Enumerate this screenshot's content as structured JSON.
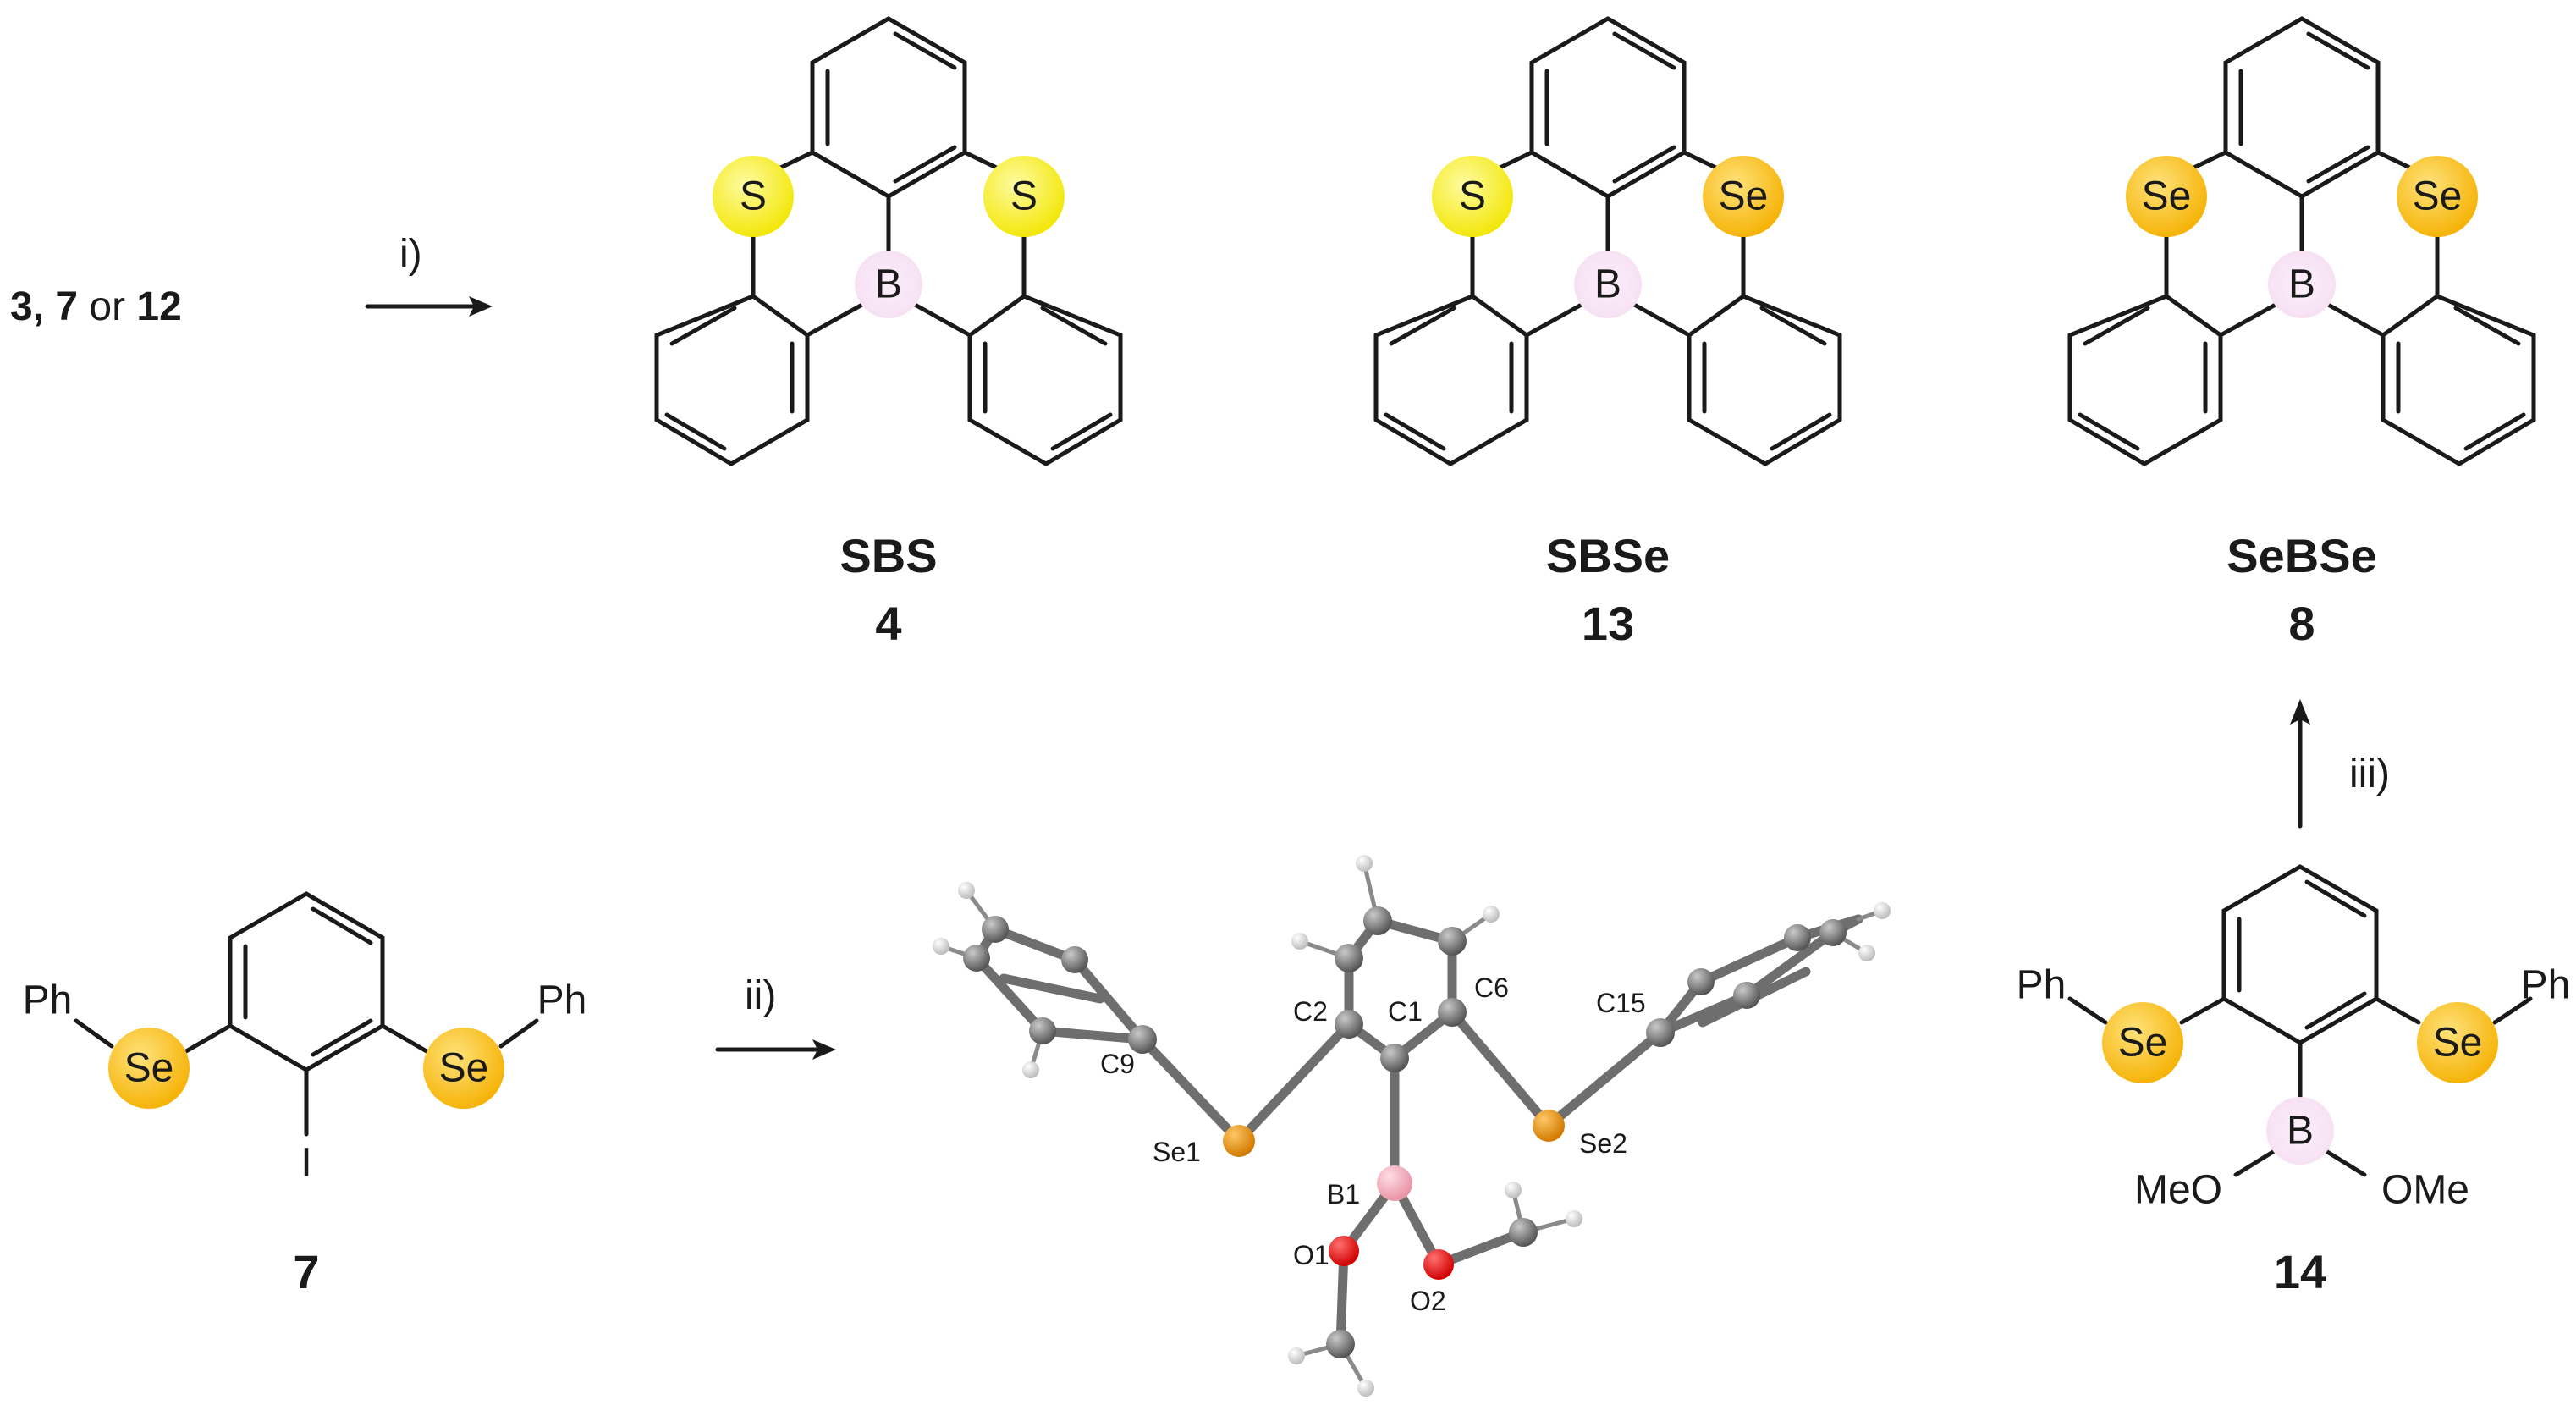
{
  "reaction_row_top": {
    "starting_materials": {
      "part1": "3, 7",
      "part2": " or ",
      "part3": "12"
    },
    "step_label": "i)"
  },
  "atom_labels": {
    "sulfur": "S",
    "selenium": "Se",
    "boron": "B",
    "iodine": "I",
    "phenyl": "Ph",
    "methoxy_left": "MeO",
    "methoxy_right": "OMe"
  },
  "compounds": {
    "sbs": {
      "name": "SBS",
      "number": "4"
    },
    "sbse": {
      "name": "SBSe",
      "number": "13"
    },
    "sebse": {
      "name": "SeBSe",
      "number": "8"
    },
    "start7": {
      "number": "7"
    },
    "int14": {
      "number": "14"
    }
  },
  "steps": {
    "ii": "ii)",
    "iii": "iii)"
  },
  "crystal_labels": {
    "c2": "C2",
    "c1": "C1",
    "c6": "C6",
    "c15": "C15",
    "c9": "C9",
    "se1": "Se1",
    "se2": "Se2",
    "b1": "B1",
    "o1": "O1",
    "o2": "O2"
  },
  "colors": {
    "sulfur_highlight": "#f2e600",
    "selenium_highlight": "#f5b800",
    "boron_highlight": "#f6e1f4",
    "crystal_carbon": "#6b6b6b",
    "crystal_selenium": "#e08a00",
    "crystal_boron": "#f2a9b6",
    "crystal_oxygen": "#e00000",
    "crystal_hydrogen": "#eeeeee"
  }
}
